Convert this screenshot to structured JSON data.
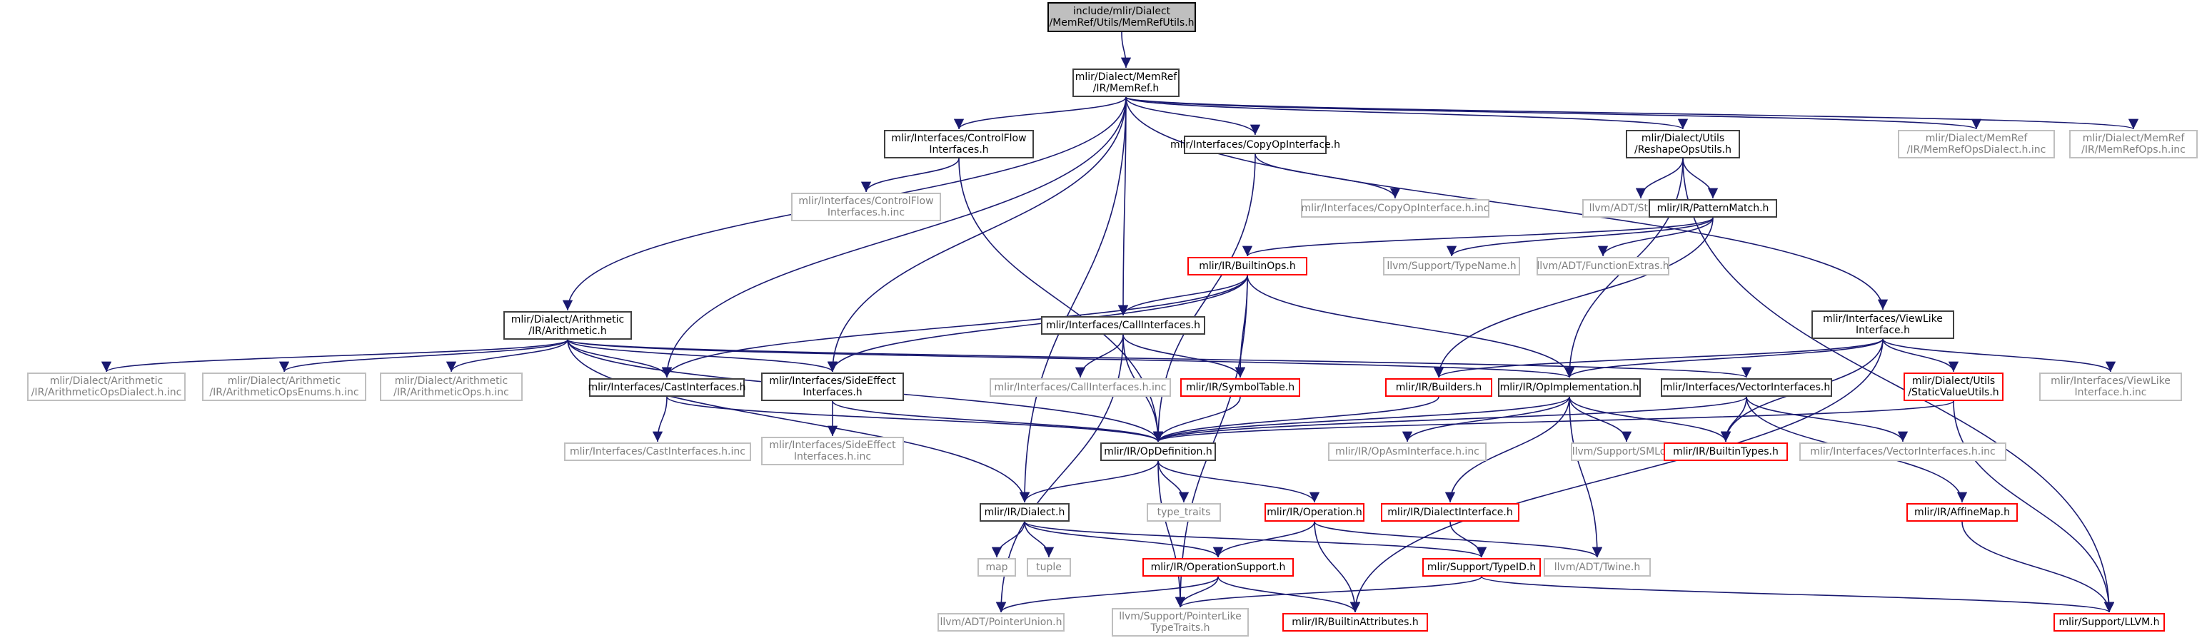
{
  "colors": {
    "edge": "#191970",
    "edge_muted": "#404040",
    "node_border": "#404040",
    "node_border_gray": "#bfbfbf",
    "node_border_red": "#ff0000",
    "root_fill": "#bfbfbf"
  },
  "nodes": [
    {
      "id": "root",
      "label": "include/mlir/Dialect\n/MemRef/Utils/MemRefUtils.h",
      "style": "root"
    },
    {
      "id": "memref",
      "label": "mlir/Dialect/MemRef\n/IR/MemRef.h",
      "style": "main"
    },
    {
      "id": "cflow",
      "label": "mlir/Interfaces/ControlFlow\nInterfaces.h",
      "style": "main"
    },
    {
      "id": "copyop",
      "label": "mlir/Interfaces/CopyOpInterface.h",
      "style": "main"
    },
    {
      "id": "reshape",
      "label": "mlir/Dialect/Utils\n/ReshapeOpsUtils.h",
      "style": "main"
    },
    {
      "id": "memrefdialectinc",
      "label": "mlir/Dialect/MemRef\n/IR/MemRefOpsDialect.h.inc",
      "style": "gray"
    },
    {
      "id": "memrefopsinc",
      "label": "mlir/Dialect/MemRef\n/IR/MemRefOps.h.inc",
      "style": "gray"
    },
    {
      "id": "cflowinc",
      "label": "mlir/Interfaces/ControlFlow\nInterfaces.h.inc",
      "style": "gray"
    },
    {
      "id": "copyopinc",
      "label": "mlir/Interfaces/CopyOpInterface.h.inc",
      "style": "gray"
    },
    {
      "id": "stringref",
      "label": "llvm/ADT/StringRef.h",
      "style": "gray"
    },
    {
      "id": "patternmatch",
      "label": "mlir/IR/PatternMatch.h",
      "style": "main"
    },
    {
      "id": "builtinops",
      "label": "mlir/IR/BuiltinOps.h",
      "style": "red"
    },
    {
      "id": "typename",
      "label": "llvm/Support/TypeName.h",
      "style": "gray"
    },
    {
      "id": "funcextras",
      "label": "llvm/ADT/FunctionExtras.h",
      "style": "gray"
    },
    {
      "id": "viewlike",
      "label": "mlir/Interfaces/ViewLike\nInterface.h",
      "style": "main"
    },
    {
      "id": "arith",
      "label": "mlir/Dialect/Arithmetic\n/IR/Arithmetic.h",
      "style": "main"
    },
    {
      "id": "callif",
      "label": "mlir/Interfaces/CallInterfaces.h",
      "style": "main"
    },
    {
      "id": "arithdialectinc",
      "label": "mlir/Dialect/Arithmetic\n/IR/ArithmeticOpsDialect.h.inc",
      "style": "gray"
    },
    {
      "id": "arithenumsinc",
      "label": "mlir/Dialect/Arithmetic\n/IR/ArithmeticOpsEnums.h.inc",
      "style": "gray"
    },
    {
      "id": "arithopsinc",
      "label": "mlir/Dialect/Arithmetic\n/IR/ArithmeticOps.h.inc",
      "style": "gray"
    },
    {
      "id": "castif",
      "label": "mlir/Interfaces/CastInterfaces.h",
      "style": "main"
    },
    {
      "id": "sideeffect",
      "label": "mlir/Interfaces/SideEffect\nInterfaces.h",
      "style": "main"
    },
    {
      "id": "callifinc",
      "label": "mlir/Interfaces/CallInterfaces.h.inc",
      "style": "gray"
    },
    {
      "id": "symboltable",
      "label": "mlir/IR/SymbolTable.h",
      "style": "red"
    },
    {
      "id": "builders",
      "label": "mlir/IR/Builders.h",
      "style": "red"
    },
    {
      "id": "opimpl",
      "label": "mlir/IR/OpImplementation.h",
      "style": "main"
    },
    {
      "id": "vectorif",
      "label": "mlir/Interfaces/VectorInterfaces.h",
      "style": "main"
    },
    {
      "id": "staticvalue",
      "label": "mlir/Dialect/Utils\n/StaticValueUtils.h",
      "style": "red"
    },
    {
      "id": "viewlikeinc",
      "label": "mlir/Interfaces/ViewLike\nInterface.h.inc",
      "style": "gray"
    },
    {
      "id": "castifinc",
      "label": "mlir/Interfaces/CastInterfaces.h.inc",
      "style": "gray"
    },
    {
      "id": "sideeffectinc",
      "label": "mlir/Interfaces/SideEffect\nInterfaces.h.inc",
      "style": "gray"
    },
    {
      "id": "opdef",
      "label": "mlir/IR/OpDefinition.h",
      "style": "main"
    },
    {
      "id": "opasminc",
      "label": "mlir/IR/OpAsmInterface.h.inc",
      "style": "gray"
    },
    {
      "id": "smloc",
      "label": "llvm/Support/SMLoc.h",
      "style": "gray"
    },
    {
      "id": "builtintypes",
      "label": "mlir/IR/BuiltinTypes.h",
      "style": "red"
    },
    {
      "id": "vectorifinc",
      "label": "mlir/Interfaces/VectorInterfaces.h.inc",
      "style": "gray"
    },
    {
      "id": "dialect",
      "label": "mlir/IR/Dialect.h",
      "style": "main"
    },
    {
      "id": "typetraits",
      "label": "type_traits",
      "style": "gray"
    },
    {
      "id": "operation",
      "label": "mlir/IR/Operation.h",
      "style": "red"
    },
    {
      "id": "dialectif",
      "label": "mlir/IR/DialectInterface.h",
      "style": "red"
    },
    {
      "id": "affinemap",
      "label": "mlir/IR/AffineMap.h",
      "style": "red"
    },
    {
      "id": "map",
      "label": "map",
      "style": "gray"
    },
    {
      "id": "tuple",
      "label": "tuple",
      "style": "gray"
    },
    {
      "id": "opsupport",
      "label": "mlir/IR/OperationSupport.h",
      "style": "red"
    },
    {
      "id": "typeid",
      "label": "mlir/Support/TypeID.h",
      "style": "red"
    },
    {
      "id": "twine",
      "label": "llvm/ADT/Twine.h",
      "style": "gray"
    },
    {
      "id": "ptrunion",
      "label": "llvm/ADT/PointerUnion.h",
      "style": "gray"
    },
    {
      "id": "ptrlike",
      "label": "llvm/Support/PointerLike\nTypeTraits.h",
      "style": "gray"
    },
    {
      "id": "builtinattrs",
      "label": "mlir/IR/BuiltinAttributes.h",
      "style": "red"
    },
    {
      "id": "llvmh",
      "label": "mlir/Support/LLVM.h",
      "style": "red"
    }
  ],
  "edges": [
    [
      "root",
      "memref"
    ],
    [
      "memref",
      "cflow"
    ],
    [
      "memref",
      "copyop"
    ],
    [
      "memref",
      "reshape"
    ],
    [
      "memref",
      "memrefdialectinc"
    ],
    [
      "memref",
      "memrefopsinc"
    ],
    [
      "memref",
      "viewlike"
    ],
    [
      "memref",
      "arith"
    ],
    [
      "memref",
      "callif"
    ],
    [
      "memref",
      "castif"
    ],
    [
      "memref",
      "sideeffect"
    ],
    [
      "memref",
      "dialect"
    ],
    [
      "cflow",
      "cflowinc"
    ],
    [
      "cflow",
      "opdef"
    ],
    [
      "copyop",
      "copyopinc"
    ],
    [
      "copyop",
      "opdef"
    ],
    [
      "reshape",
      "stringref"
    ],
    [
      "reshape",
      "patternmatch"
    ],
    [
      "reshape",
      "opimpl"
    ],
    [
      "reshape",
      "llvmh"
    ],
    [
      "patternmatch",
      "builtinops"
    ],
    [
      "patternmatch",
      "typename"
    ],
    [
      "patternmatch",
      "funcextras"
    ],
    [
      "patternmatch",
      "builders"
    ],
    [
      "builtinops",
      "callif"
    ],
    [
      "builtinops",
      "castif"
    ],
    [
      "builtinops",
      "sideeffect"
    ],
    [
      "builtinops",
      "symboltable"
    ],
    [
      "builtinops",
      "opimpl"
    ],
    [
      "builtinops",
      "ptrlike"
    ],
    [
      "viewlike",
      "builders"
    ],
    [
      "viewlike",
      "opimpl"
    ],
    [
      "viewlike",
      "staticvalue"
    ],
    [
      "viewlike",
      "viewlikeinc"
    ],
    [
      "viewlike",
      "builtintypes"
    ],
    [
      "viewlike",
      "builtinattrs"
    ],
    [
      "arith",
      "arithdialectinc"
    ],
    [
      "arith",
      "arithenumsinc"
    ],
    [
      "arith",
      "arithopsinc"
    ],
    [
      "arith",
      "castif"
    ],
    [
      "arith",
      "sideeffect"
    ],
    [
      "arith",
      "vectorif"
    ],
    [
      "arith",
      "opdef"
    ],
    [
      "arith",
      "dialect"
    ],
    [
      "arith",
      "opimpl"
    ],
    [
      "callif",
      "callifinc"
    ],
    [
      "callif",
      "symboltable"
    ],
    [
      "callif",
      "opdef"
    ],
    [
      "callif",
      "ptrunion"
    ],
    [
      "castif",
      "castifinc"
    ],
    [
      "castif",
      "opdef"
    ],
    [
      "sideeffect",
      "sideeffectinc"
    ],
    [
      "sideeffect",
      "opdef"
    ],
    [
      "symboltable",
      "opdef"
    ],
    [
      "builders",
      "opdef"
    ],
    [
      "opimpl",
      "opdef"
    ],
    [
      "opimpl",
      "opasminc"
    ],
    [
      "opimpl",
      "smloc"
    ],
    [
      "opimpl",
      "builtintypes"
    ],
    [
      "opimpl",
      "dialectif"
    ],
    [
      "opimpl",
      "twine"
    ],
    [
      "vectorif",
      "builtintypes"
    ],
    [
      "vectorif",
      "vectorifinc"
    ],
    [
      "vectorif",
      "affinemap"
    ],
    [
      "vectorif",
      "opdef"
    ],
    [
      "staticvalue",
      "opdef"
    ],
    [
      "staticvalue",
      "llvmh"
    ],
    [
      "opdef",
      "dialect"
    ],
    [
      "opdef",
      "typetraits"
    ],
    [
      "opdef",
      "operation"
    ],
    [
      "opdef",
      "ptrlike"
    ],
    [
      "dialect",
      "map"
    ],
    [
      "dialect",
      "tuple"
    ],
    [
      "dialect",
      "opsupport"
    ],
    [
      "dialect",
      "typeid"
    ],
    [
      "operation",
      "opsupport"
    ],
    [
      "operation",
      "builtinattrs"
    ],
    [
      "operation",
      "twine"
    ],
    [
      "dialectif",
      "typeid"
    ],
    [
      "affinemap",
      "llvmh"
    ],
    [
      "opsupport",
      "ptrunion"
    ],
    [
      "opsupport",
      "ptrlike"
    ],
    [
      "opsupport",
      "builtinattrs"
    ],
    [
      "typeid",
      "ptrlike"
    ],
    [
      "typeid",
      "llvmh"
    ]
  ]
}
